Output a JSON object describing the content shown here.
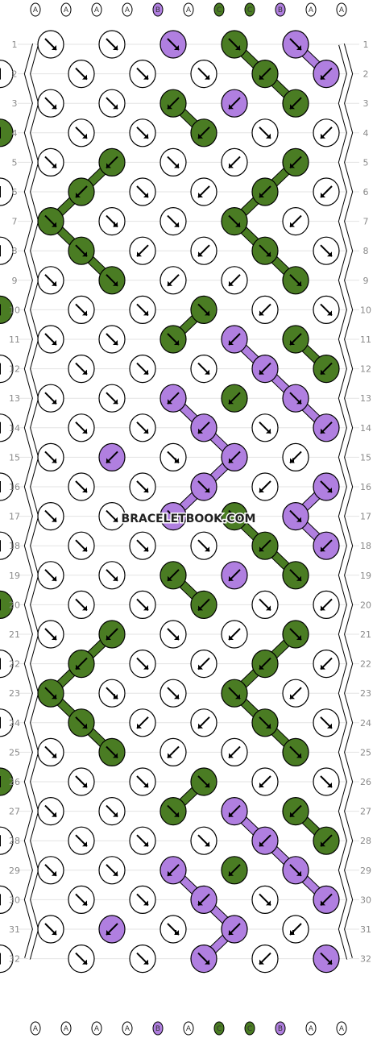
{
  "watermark": "BRACELETBOOK.COM",
  "strand_labels": [
    "A",
    "A",
    "A",
    "A",
    "B",
    "A",
    "C",
    "C",
    "B",
    "A",
    "A"
  ],
  "row_labels": [
    "1",
    "2",
    "3",
    "4",
    "5",
    "6",
    "7",
    "8",
    "9",
    "10",
    "11",
    "12",
    "13",
    "14",
    "15",
    "16",
    "17",
    "18",
    "19",
    "20",
    "21",
    "22",
    "23",
    "24",
    "25",
    "26",
    "27",
    "28",
    "29",
    "30",
    "31",
    "32"
  ],
  "colors": {
    "A": "#ffffff",
    "B": "#b07fe0",
    "C": "#4a7c23"
  },
  "knots": [
    [
      "A",
      "A",
      "B",
      "C",
      "B"
    ],
    [
      "A",
      "A",
      "A",
      "C",
      "B",
      "A"
    ],
    [
      "A",
      "A",
      "C",
      "B",
      "C"
    ],
    [
      "A",
      "A",
      "C",
      "A",
      "A",
      "C"
    ],
    [
      "A",
      "C",
      "A",
      "A",
      "C"
    ],
    [
      "C",
      "A",
      "A",
      "C",
      "A",
      "A"
    ],
    [
      "C",
      "A",
      "A",
      "C",
      "A"
    ],
    [
      "C",
      "A",
      "A",
      "C",
      "A",
      "A"
    ],
    [
      "A",
      "C",
      "A",
      "A",
      "C"
    ],
    [
      "A",
      "A",
      "C",
      "A",
      "A",
      "C"
    ],
    [
      "A",
      "A",
      "C",
      "B",
      "C"
    ],
    [
      "A",
      "A",
      "A",
      "B",
      "C",
      "A"
    ],
    [
      "A",
      "A",
      "B",
      "C",
      "B"
    ],
    [
      "A",
      "A",
      "B",
      "A",
      "B",
      "A"
    ],
    [
      "A",
      "B",
      "A",
      "B",
      "A"
    ],
    [
      "A",
      "A",
      "B",
      "A",
      "B",
      "A"
    ],
    [
      "A",
      "A",
      "B",
      "C",
      "B"
    ],
    [
      "A",
      "A",
      "A",
      "C",
      "B",
      "A"
    ],
    [
      "A",
      "A",
      "C",
      "B",
      "C"
    ],
    [
      "A",
      "A",
      "C",
      "A",
      "A",
      "C"
    ],
    [
      "A",
      "C",
      "A",
      "A",
      "C"
    ],
    [
      "C",
      "A",
      "A",
      "C",
      "A",
      "A"
    ],
    [
      "C",
      "A",
      "A",
      "C",
      "A"
    ],
    [
      "C",
      "A",
      "A",
      "C",
      "A",
      "A"
    ],
    [
      "A",
      "C",
      "A",
      "A",
      "C"
    ],
    [
      "A",
      "A",
      "C",
      "A",
      "A",
      "C"
    ],
    [
      "A",
      "A",
      "C",
      "B",
      "C"
    ],
    [
      "A",
      "A",
      "A",
      "B",
      "C",
      "A"
    ],
    [
      "A",
      "A",
      "B",
      "C",
      "B"
    ],
    [
      "A",
      "A",
      "B",
      "A",
      "B",
      "A"
    ],
    [
      "A",
      "B",
      "A",
      "B",
      "A"
    ],
    [
      "A",
      "A",
      "B",
      "A",
      "B",
      "A"
    ]
  ],
  "arrows": [
    [
      "ff",
      "ff",
      "ff",
      "ff",
      "ff"
    ],
    [
      "ff",
      "ff",
      "ff",
      "bb",
      "bb",
      "bb"
    ],
    [
      "ff",
      "ff",
      "bb",
      "bb",
      "bb"
    ],
    [
      "ff",
      "ff",
      "bb",
      "ff",
      "bb",
      "ff"
    ],
    [
      "ff",
      "bb",
      "ff",
      "bb",
      "bb"
    ],
    [
      "bb",
      "ff",
      "bb",
      "bb",
      "bb",
      "bb"
    ],
    [
      "ff",
      "fb",
      "ff",
      "ff",
      "bb"
    ],
    [
      "ff",
      "bb",
      "bb",
      "ff",
      "ff",
      "ff"
    ],
    [
      "ff",
      "ff",
      "bb",
      "bb",
      "ff"
    ],
    [
      "ff",
      "ff",
      "ff",
      "bb",
      "ff",
      "ff"
    ],
    [
      "ff",
      "ff",
      "ff",
      "bb",
      "bb"
    ],
    [
      "ff",
      "ff",
      "ff",
      "bb",
      "bb",
      "bb"
    ],
    [
      "ff",
      "ff",
      "bb",
      "bb",
      "ff"
    ],
    [
      "ff",
      "ff",
      "bb",
      "ff",
      "bb",
      "bb"
    ],
    [
      "ff",
      "bb",
      "fb",
      "bb",
      "bf"
    ],
    [
      "ff",
      "ff",
      "ff",
      "bb",
      "ff",
      "bb"
    ],
    [
      "ff",
      "ff",
      "ff",
      "ff",
      "ff"
    ],
    [
      "ff",
      "ff",
      "ff",
      "bb",
      "bb",
      "bf"
    ],
    [
      "ff",
      "ff",
      "bb",
      "bb",
      "ff"
    ],
    [
      "ff",
      "ff",
      "bb",
      "ff",
      "bb",
      "ff"
    ],
    [
      "ff",
      "bb",
      "ff",
      "bb",
      "ff"
    ],
    [
      "bb",
      "ff",
      "bb",
      "bb",
      "bb",
      "bb"
    ],
    [
      "ff",
      "fb",
      "ff",
      "ff",
      "bb"
    ],
    [
      "ff",
      "bb",
      "bb",
      "ff",
      "ff",
      "ff"
    ],
    [
      "ff",
      "ff",
      "bb",
      "bb",
      "ff"
    ],
    [
      "ff",
      "ff",
      "ff",
      "bb",
      "ff",
      "ff"
    ],
    [
      "ff",
      "ff",
      "ff",
      "bb",
      "bb"
    ],
    [
      "ff",
      "ff",
      "ff",
      "bb",
      "bb",
      "bb"
    ],
    [
      "ff",
      "ff",
      "bb",
      "bb",
      "ff"
    ],
    [
      "ff",
      "ff",
      "bb",
      "ff",
      "bb",
      "bb"
    ],
    [
      "ff",
      "bb",
      "fb",
      "bb",
      "bf"
    ],
    [
      "ff",
      "ff",
      "ff",
      "bb",
      "ff",
      "bb"
    ]
  ]
}
